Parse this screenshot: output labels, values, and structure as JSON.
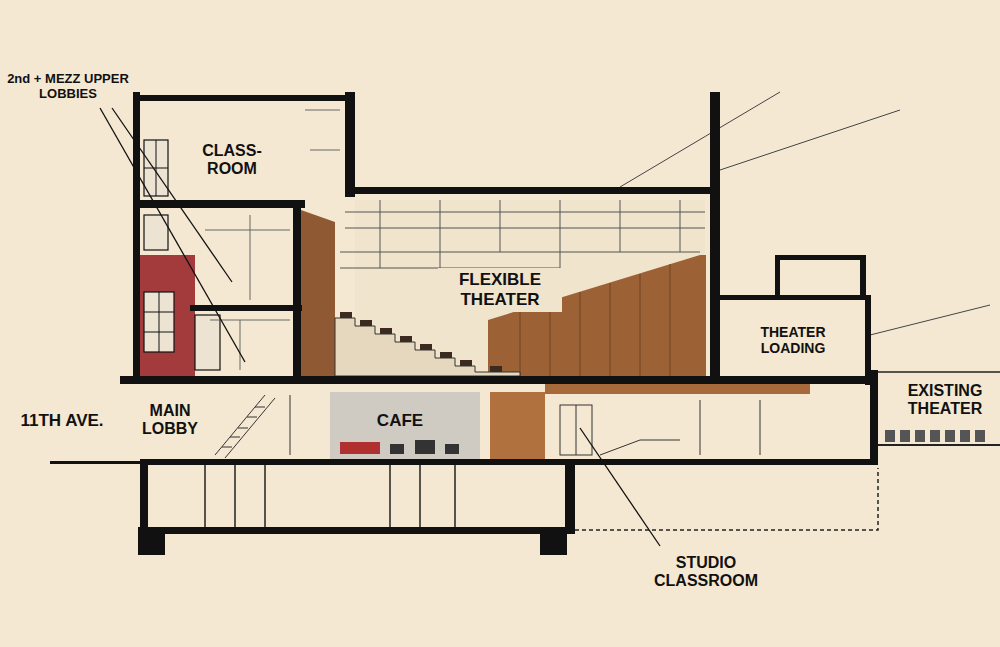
{
  "diagram": {
    "labels": [
      "2nd + MEZZ UPPER LOBBIES",
      "CLASS- ROOM",
      "FLEXIBLE THEATER",
      "THEATER LOADING",
      "11TH AVE.",
      "MAIN LOBBY",
      "CAFE",
      "EXISTING THEATER",
      "STUDIO CLASSROOM"
    ]
  }
}
